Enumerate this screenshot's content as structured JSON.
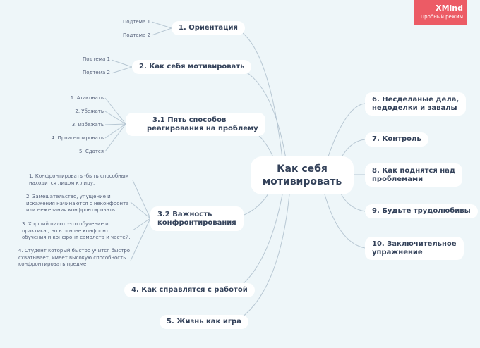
{
  "watermark": {
    "brand": "XMind",
    "mode": "Пробный режим"
  },
  "central_topic": {
    "line1": "Как себя",
    "line2": "мотивировать"
  },
  "left_topics": [
    {
      "label": "1. Ориентация",
      "subtopics": [
        "Подтема 1",
        "Подтема 2"
      ]
    },
    {
      "label": "2. Как себя мотивировать",
      "subtopics": [
        "Подтема 1",
        "Подтема 2"
      ]
    },
    {
      "line1": "3.1  Пять способов",
      "line2": "реагирования на проблему",
      "subtopics": [
        "1. Атаковать",
        "2. Убежать",
        "3. Избежать",
        "4. Проигнорировать",
        "5. Сдатся"
      ]
    },
    {
      "line1": "3.2 Важность",
      "line2": "конфронтирования",
      "subtopics": [
        {
          "l1": "1. Конфронтировать -быть способным",
          "l2": "находится лицом к лицу."
        },
        {
          "l1": "2. Замешательство, упущение и",
          "l2": "искажения начинаются с неконфронта",
          "l3": "или нежелания конфронтировать"
        },
        {
          "l1": "3. Хорший пилот -это обучение и",
          "l2": "практика , но в основе конфронт",
          "l3": "обучения и конфронт самолета и частей."
        },
        {
          "l1": "4. Студент который быстро учится быстро",
          "l2": "схватывает, имеет высокую способность",
          "l3": "конфронтировать предмет."
        }
      ]
    },
    {
      "label": "4. Как справлятся с работой"
    },
    {
      "label": "5. Жизнь как игра"
    }
  ],
  "right_topics": [
    {
      "line1": "6. Несделаные дела,",
      "line2": "недоделки и завалы"
    },
    {
      "line1": "7. Контроль"
    },
    {
      "line1": "8. Как поднятся над",
      "line2": "проблемами"
    },
    {
      "line1": "9. Будьте трудолюбивы"
    },
    {
      "line1": "10. Заключительное",
      "line2": "упражнение"
    }
  ],
  "colors": {
    "background": "#eef6f9",
    "line": "#b7c7d3",
    "text": "#34425a",
    "badge": "#ec5b65"
  }
}
